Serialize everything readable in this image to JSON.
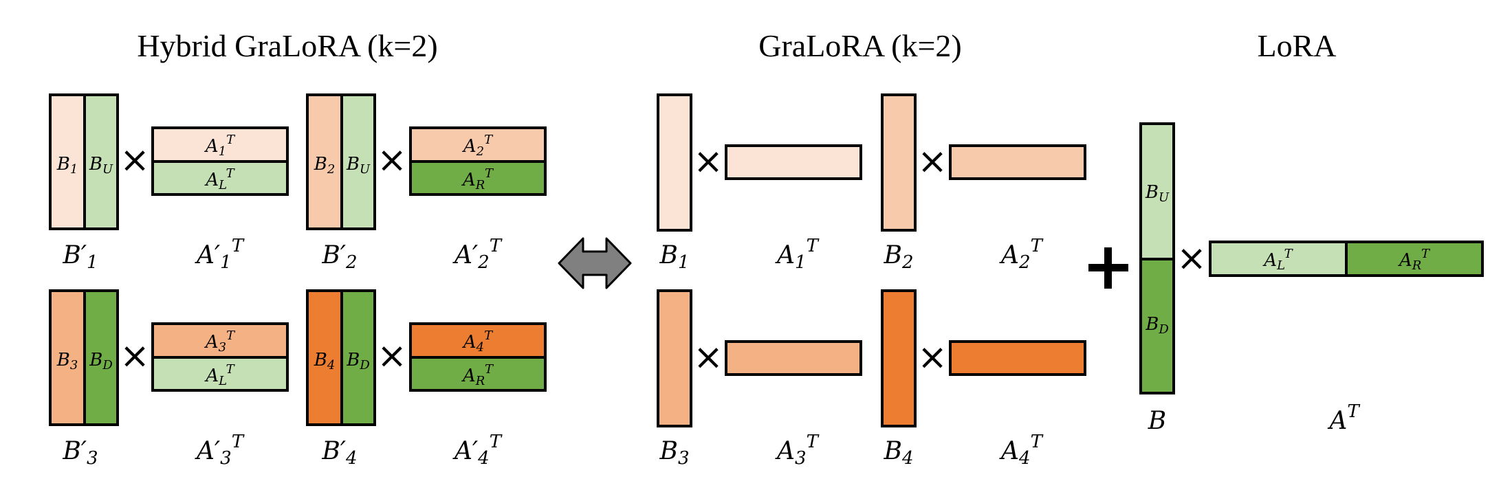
{
  "titles": {
    "hybrid": "Hybrid GraLoRA (k=2)",
    "gralora": "GraLoRA (k=2)",
    "lora": "LoRA"
  },
  "colors": {
    "orange_1": "#fbe4d6",
    "orange_2": "#f8caac",
    "orange_3": "#f4b183",
    "orange_4": "#ed7d31",
    "green_light": "#c5e0b4",
    "green_dark": "#70ad47",
    "stroke": "#000000",
    "arrow": "#808080"
  },
  "symbols": {
    "times": "×",
    "plus": "+"
  },
  "hybrid": {
    "blocks": [
      {
        "b_inner": [
          "B",
          "1"
        ],
        "b_side": [
          "B",
          "U"
        ],
        "a_top": [
          "A",
          "1",
          "T"
        ],
        "a_bottom": [
          "A",
          "L",
          "T"
        ],
        "b_caption": [
          "B′",
          "1"
        ],
        "a_caption": [
          "A′",
          "1",
          "T"
        ]
      },
      {
        "b_inner": [
          "B",
          "2"
        ],
        "b_side": [
          "B",
          "U"
        ],
        "a_top": [
          "A",
          "2",
          "T"
        ],
        "a_bottom": [
          "A",
          "R",
          "T"
        ],
        "b_caption": [
          "B′",
          "2"
        ],
        "a_caption": [
          "A′",
          "2",
          "T"
        ]
      },
      {
        "b_inner": [
          "B",
          "3"
        ],
        "b_side": [
          "B",
          "D"
        ],
        "a_top": [
          "A",
          "3",
          "T"
        ],
        "a_bottom": [
          "A",
          "L",
          "T"
        ],
        "b_caption": [
          "B′",
          "3"
        ],
        "a_caption": [
          "A′",
          "3",
          "T"
        ]
      },
      {
        "b_inner": [
          "B",
          "4"
        ],
        "b_side": [
          "B",
          "D"
        ],
        "a_top": [
          "A",
          "4",
          "T"
        ],
        "a_bottom": [
          "A",
          "R",
          "T"
        ],
        "b_caption": [
          "B′",
          "4"
        ],
        "a_caption": [
          "A′",
          "4",
          "T"
        ]
      }
    ]
  },
  "gralora": {
    "blocks": [
      {
        "b_caption": [
          "B",
          "1"
        ],
        "a_caption": [
          "A",
          "1",
          "T"
        ]
      },
      {
        "b_caption": [
          "B",
          "2"
        ],
        "a_caption": [
          "A",
          "2",
          "T"
        ]
      },
      {
        "b_caption": [
          "B",
          "3"
        ],
        "a_caption": [
          "A",
          "3",
          "T"
        ]
      },
      {
        "b_caption": [
          "B",
          "4"
        ],
        "a_caption": [
          "A",
          "4",
          "T"
        ]
      }
    ]
  },
  "lora": {
    "b_top": [
      "B",
      "U"
    ],
    "b_bottom": [
      "B",
      "D"
    ],
    "a_left": [
      "A",
      "L",
      "T"
    ],
    "a_right": [
      "A",
      "R",
      "T"
    ],
    "b_caption": "B",
    "a_caption": [
      "A",
      "",
      "T"
    ]
  }
}
